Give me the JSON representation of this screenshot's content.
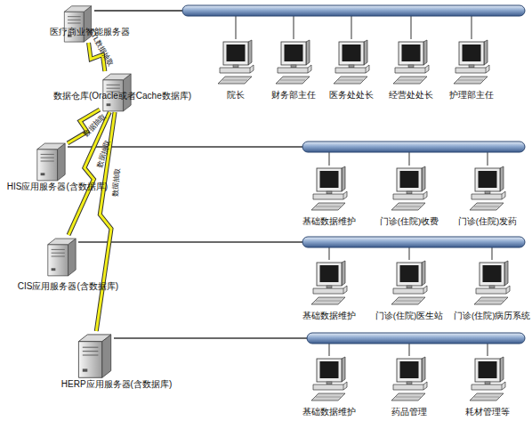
{
  "diagram": {
    "nodes": [
      {
        "text": [
          "医疗商业智能服务器"
        ]
      },
      {
        "text": [
          "院长"
        ]
      },
      {
        "text": [
          "财务部主任"
        ]
      },
      {
        "text": [
          "医务处处长"
        ]
      },
      {
        "text": [
          "经营处处长"
        ]
      },
      {
        "text": [
          "护理部主任"
        ]
      },
      {
        "text": [
          "数据仓库(Oracle或者Cache数据库)"
        ]
      },
      {
        "text": [
          "HIS应用服务器(含数据库)"
        ]
      },
      {
        "text": [
          "基础数据维护"
        ]
      },
      {
        "text": [
          "门诊(住院)收费"
        ]
      },
      {
        "text": [
          "门诊(住院)发药"
        ]
      },
      {
        "text": [
          "CIS应用服务器(含数据库)"
        ]
      },
      {
        "text": [
          "基础数据维护"
        ]
      },
      {
        "text": [
          "门诊(住院)医生站"
        ]
      },
      {
        "text": [
          "门诊(住院)病历系统"
        ]
      },
      {
        "text": [
          "HERP应用服务器(含数据库)"
        ]
      },
      {
        "text": [
          "基础数据维护"
        ]
      },
      {
        "text": [
          "药品管理"
        ]
      },
      {
        "text": [
          "耗材管理等"
        ]
      }
    ],
    "edges": [
      {
        "from": 0,
        "to": 1,
        "arrow": "none"
      },
      {
        "from": 0,
        "to": 2,
        "arrow": "none"
      },
      {
        "from": 0,
        "to": 3,
        "arrow": "none"
      },
      {
        "from": 0,
        "to": 4,
        "arrow": "none"
      },
      {
        "from": 0,
        "to": 5,
        "arrow": "none"
      },
      {
        "from": 0,
        "to": 6,
        "label": "ETL数据抽取",
        "arrow": "none"
      },
      {
        "from": 6,
        "to": 7,
        "label": "数据抽取",
        "arrow": "none"
      },
      {
        "from": 6,
        "to": 11,
        "label": "数据抽取",
        "arrow": "none"
      },
      {
        "from": 6,
        "to": 15,
        "label": "数据抽取",
        "arrow": "none"
      },
      {
        "from": 7,
        "to": 8,
        "arrow": "none"
      },
      {
        "from": 7,
        "to": 9,
        "arrow": "none"
      },
      {
        "from": 7,
        "to": 10,
        "arrow": "none"
      },
      {
        "from": 11,
        "to": 12,
        "arrow": "none"
      },
      {
        "from": 11,
        "to": 13,
        "arrow": "none"
      },
      {
        "from": 11,
        "to": 14,
        "arrow": "none"
      },
      {
        "from": 15,
        "to": 16,
        "arrow": "none"
      },
      {
        "from": 15,
        "to": 17,
        "arrow": "none"
      },
      {
        "from": 15,
        "to": 18,
        "arrow": "none"
      }
    ]
  }
}
